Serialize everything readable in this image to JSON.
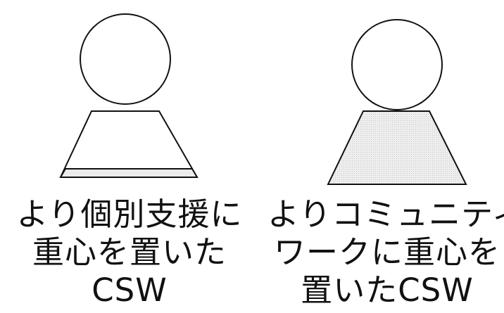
{
  "figures": [
    {
      "caption_lines": [
        "より個別支援に",
        "重心を置いた",
        "CSW"
      ],
      "body_fill": "#ffffff",
      "base_band_fill": "#ececec"
    },
    {
      "caption_lines": [
        "よりコミュニティ",
        "ワークに重心を",
        "置いたCSW"
      ],
      "body_fill": "#e6e6e6",
      "base_band_fill": "#e6e6e6"
    }
  ],
  "stroke_color": "#111111"
}
